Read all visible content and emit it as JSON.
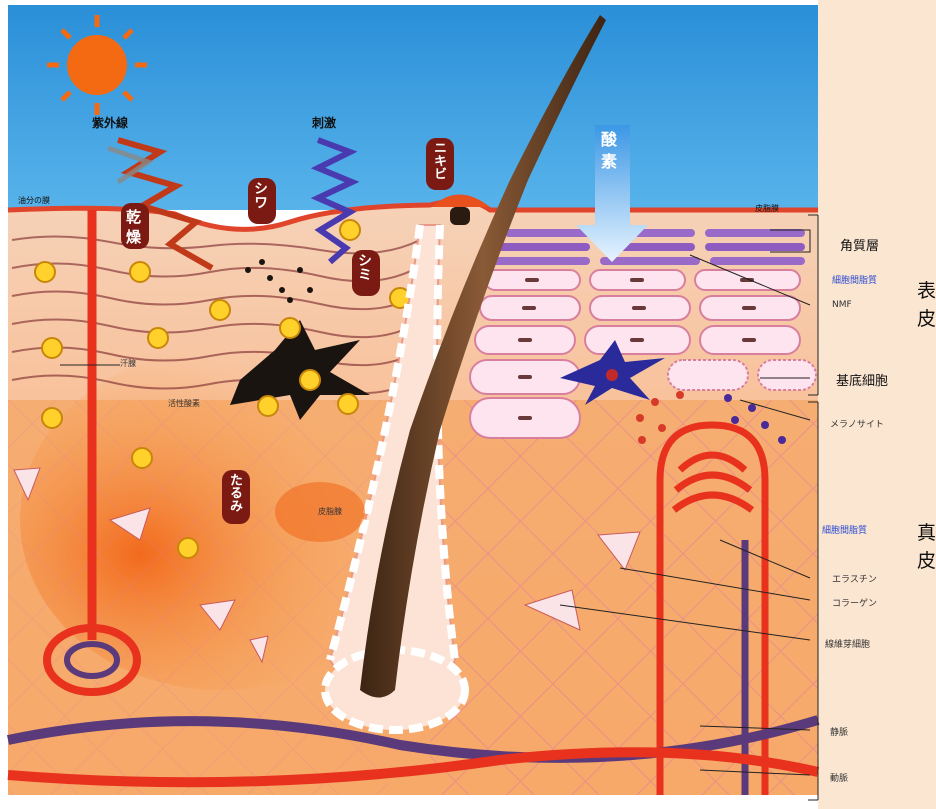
{
  "labels": {
    "uv": "紫外線",
    "stimulus": "刺激",
    "oxygen_1": "酸",
    "oxygen_2": "素",
    "dryness_1": "乾",
    "dryness_2": "燥",
    "wrinkle": "シワ",
    "acne": "ニキビ",
    "spot": "シミ",
    "sagging": "たるみ",
    "oil_film": "油分の膜",
    "sebum_film": "皮脂膜",
    "stratum_corneum": "角質層",
    "intercellular_lipid_top": "細胞間脂質",
    "nmf": "NMF",
    "basal_cell": "基底細胞",
    "melanocyte": "メラノサイト",
    "intercellular_lipid_mid": "細胞間脂質",
    "elastin": "エラスチン",
    "collagen": "コラーゲン",
    "fibroblast": "線維芽細胞",
    "vein": "静脈",
    "artery": "動脈",
    "epidermis_1": "表",
    "epidermis_2": "皮",
    "dermis_1": "真",
    "dermis_2": "皮",
    "sweat_gland": "汗腺",
    "active_oxygen": "活性酸素",
    "sebaceous_gland": "皮脂腺"
  },
  "colors": {
    "sky": "#2f9ae0",
    "skin_top": "#f7a35a",
    "dermis": "#f7b27a",
    "vessel_red": "#e8321e",
    "vein_purple": "#5a3a7a",
    "badge": "#7a1a12",
    "panel": "#fbe8d6"
  }
}
